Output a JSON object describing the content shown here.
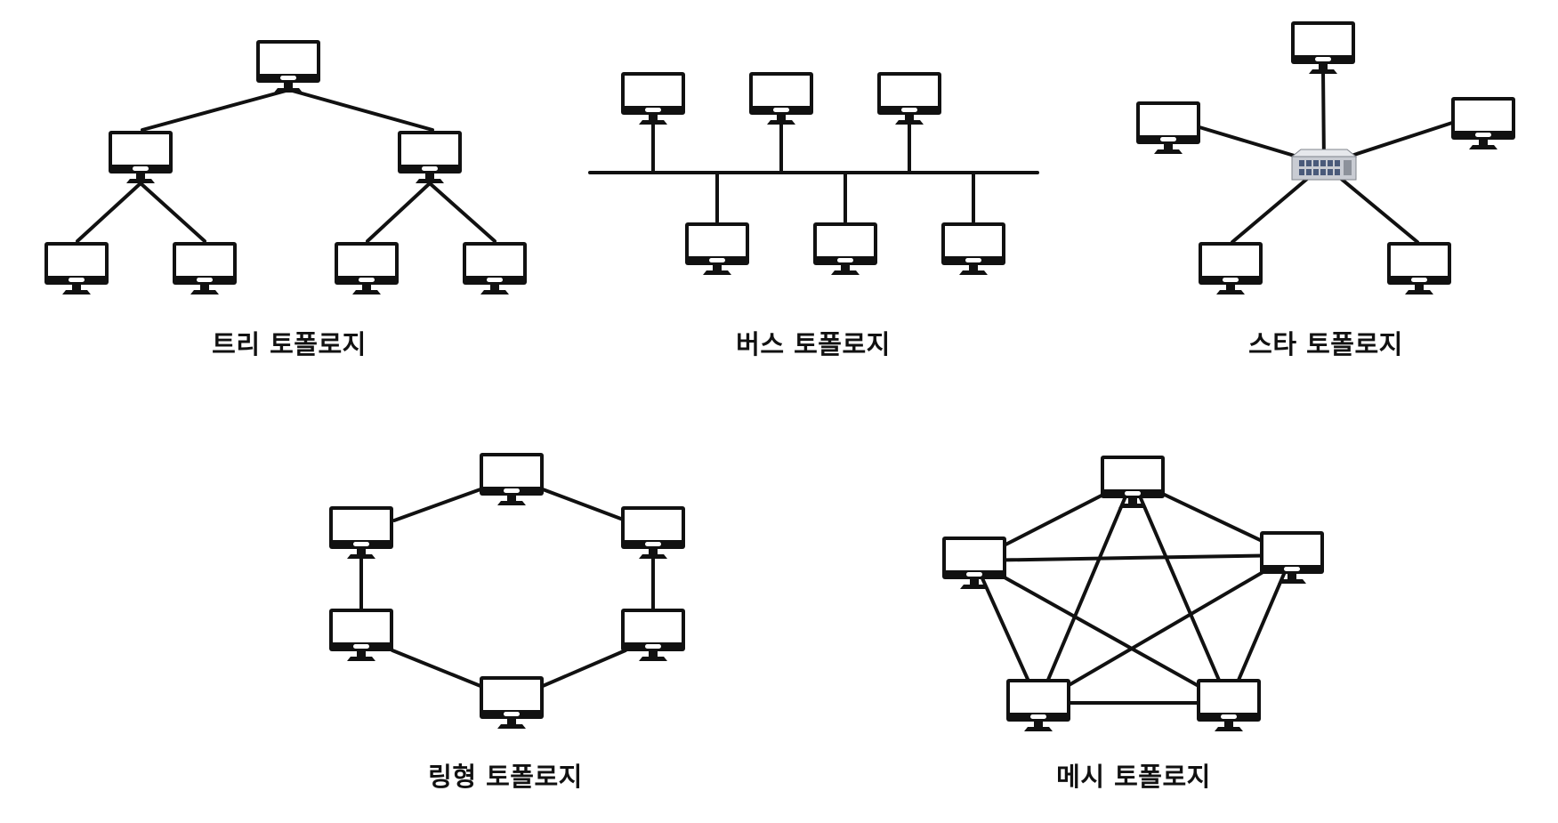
{
  "captions": {
    "tree": "트리 토폴로지",
    "bus": "버스 토폴로지",
    "star": "스타 토폴로지",
    "ring": "링형 토폴로지",
    "mesh": "메시 토폴로지"
  },
  "colors": {
    "line": "#111111",
    "monitor": "#111111",
    "screen": "#ffffff",
    "switch": "#c9ccd3"
  },
  "icons": {
    "node": "computer-monitor-icon",
    "hub": "network-switch-icon"
  }
}
